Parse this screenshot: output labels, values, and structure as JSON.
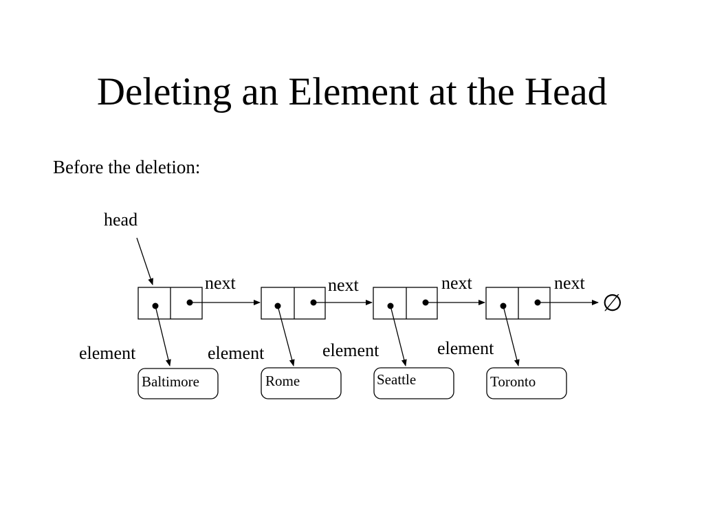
{
  "slide": {
    "title": "Deleting an Element at the Head",
    "subtitle": "Before the deletion:"
  },
  "diagram": {
    "head_label": "head",
    "null_symbol": "∅",
    "next_labels": [
      "next",
      "next",
      "next",
      "next"
    ],
    "element_labels": [
      "element",
      "element",
      "element",
      "element"
    ],
    "cities": [
      "Baltimore",
      "Rome",
      "Seattle",
      "Toronto"
    ]
  }
}
